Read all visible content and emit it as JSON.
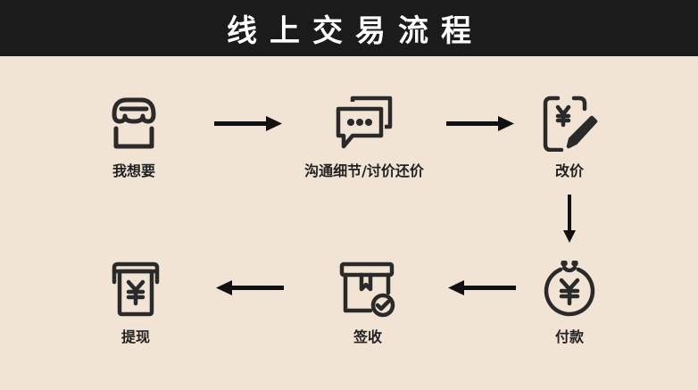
{
  "header": {
    "title": "线上交易流程"
  },
  "steps": [
    {
      "label": "我想要",
      "icon": "shop-icon"
    },
    {
      "label": "沟通细节/讨价还价",
      "icon": "chat-icon"
    },
    {
      "label": "改价",
      "icon": "edit-price-icon"
    },
    {
      "label": "付款",
      "icon": "yuan-payment-icon"
    },
    {
      "label": "签收",
      "icon": "package-received-icon"
    },
    {
      "label": "提现",
      "icon": "withdraw-cash-icon"
    }
  ],
  "colors": {
    "background": "#f2e4d5",
    "header": "#1b1b1b",
    "ink": "#2a2a2a"
  }
}
